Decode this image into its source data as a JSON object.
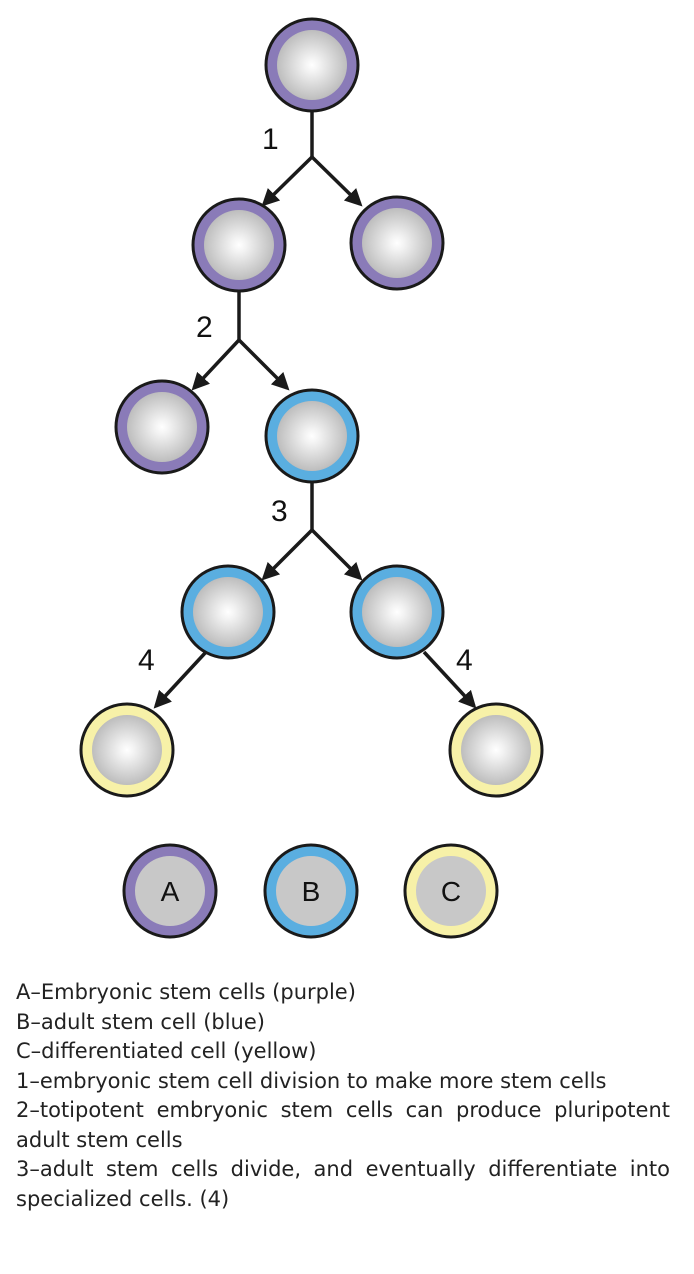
{
  "colors": {
    "purple": "#8a7bb8",
    "blue": "#5aaee0",
    "yellow": "#f7f1a8",
    "stroke": "#1a1a1a",
    "cell_core": "#c8c8c8"
  },
  "steps": {
    "s1": "1",
    "s2": "2",
    "s3": "3",
    "s4_left": "4",
    "s4_right": "4"
  },
  "legend": {
    "a": "A",
    "b": "B",
    "c": "C"
  },
  "caption": [
    "A–Embryonic stem cells (purple)",
    "B–adult stem cell (blue)",
    "C–differentiated cell (yellow)",
    "1–embryonic stem cell division to make more stem cells",
    "2–totipotent embryonic stem cells can produce pluripotent adult stem cells",
    "3–adult stem cells divide, and eventually differentiate into specialized cells. (4)"
  ]
}
